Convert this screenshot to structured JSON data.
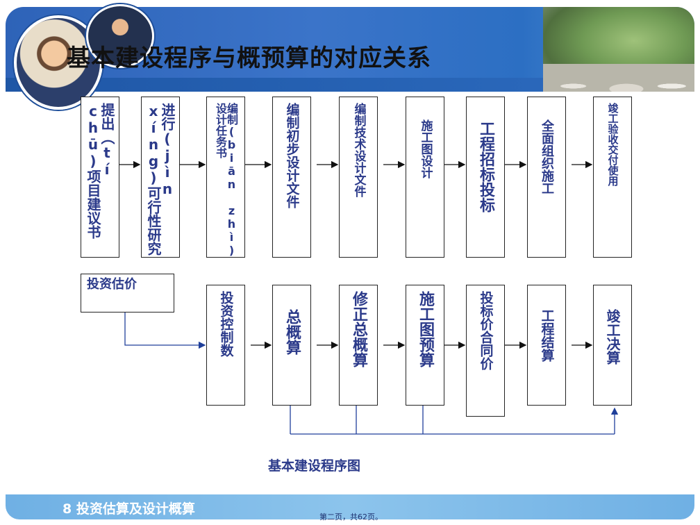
{
  "title": "基本建设程序与概预算的对应关系",
  "caption": "基本建设程序图",
  "footer_text": "8 投资估算及设计概算",
  "page_number": "第二页，共62页。",
  "colors": {
    "box_text": "#2b3a8a",
    "header_blue": "#3b74c9",
    "footer_blue": "#8cc4ec",
    "connector": "#1f3f9a"
  },
  "top_row": [
    "提出（tí chū)项目建议书",
    "进行(jìn xíng)可行性研究",
    "编制(biān zhì)设计任务书",
    "编制初步设计文件",
    "编制技术设计文件",
    "施工图设计",
    "工程招标投标",
    "全面组织施工",
    "竣工验收交付使用"
  ],
  "bottom_row": [
    "投资估价",
    "投资控制数",
    "总概算",
    "修正总概算",
    "施工图预算",
    "投标价合同价",
    "工程结算",
    "竣工决算"
  ]
}
